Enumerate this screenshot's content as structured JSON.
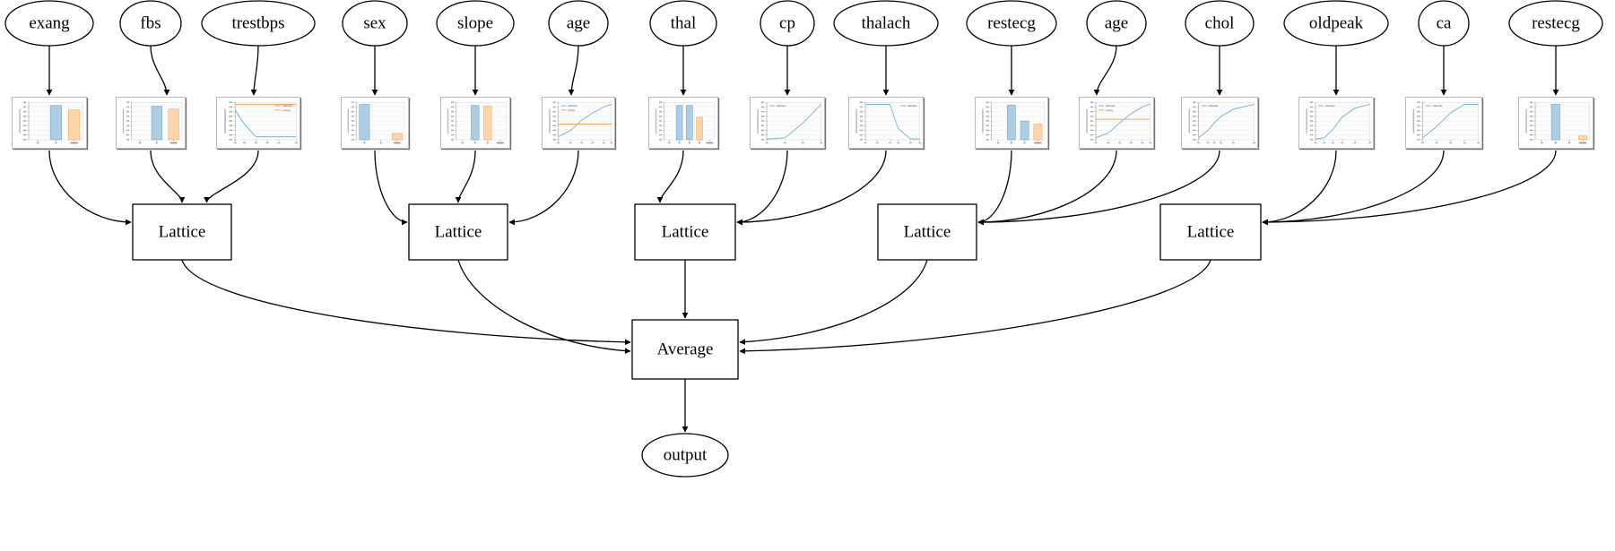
{
  "diagram": {
    "type": "calibrated-lattice-model-graph",
    "title": "",
    "output_node": {
      "label": "output",
      "shape": "ellipse"
    },
    "aggregate_node": {
      "label": "Average",
      "shape": "box"
    },
    "lattice_label": "Lattice",
    "lattice_nodes": [
      {
        "id": "lattice1",
        "label": "Lattice"
      },
      {
        "id": "lattice2",
        "label": "Lattice"
      },
      {
        "id": "lattice3",
        "label": "Lattice"
      },
      {
        "id": "lattice4",
        "label": "Lattice"
      },
      {
        "id": "lattice5",
        "label": "Lattice"
      }
    ],
    "features": [
      {
        "id": "f0",
        "label": "exang",
        "lattice": "lattice1"
      },
      {
        "id": "f1",
        "label": "fbs",
        "lattice": "lattice1"
      },
      {
        "id": "f2",
        "label": "trestbps",
        "lattice": "lattice1"
      },
      {
        "id": "f3",
        "label": "sex",
        "lattice": "lattice2"
      },
      {
        "id": "f4",
        "label": "slope",
        "lattice": "lattice2"
      },
      {
        "id": "f5",
        "label": "age",
        "lattice": "lattice2"
      },
      {
        "id": "f6",
        "label": "thal",
        "lattice": "lattice3"
      },
      {
        "id": "f7",
        "label": "cp",
        "lattice": "lattice3"
      },
      {
        "id": "f8",
        "label": "thalach",
        "lattice": "lattice3"
      },
      {
        "id": "f9",
        "label": "restecg",
        "lattice": "lattice4"
      },
      {
        "id": "f10",
        "label": "age",
        "lattice": "lattice4"
      },
      {
        "id": "f11",
        "label": "chol",
        "lattice": "lattice4"
      },
      {
        "id": "f12",
        "label": "oldpeak",
        "lattice": "lattice5"
      },
      {
        "id": "f13",
        "label": "ca",
        "lattice": "lattice5"
      },
      {
        "id": "f14",
        "label": "restecg",
        "lattice": "lattice5"
      }
    ],
    "colors": {
      "calibrated": "#7bb3d6",
      "calibrated_fill": "#aecde3",
      "missing": "#f2a65a",
      "missing_fill": "#fbd5ac",
      "node_stroke": "#000000",
      "background": "#ffffff"
    },
    "legend_labels": {
      "calibrated": "calibrated",
      "missing": "missing"
    }
  },
  "chart_data": [
    {
      "id": "f0",
      "feature": "exang",
      "type": "bar",
      "title": "",
      "xlabel": "exang",
      "ylabel": "calibrated output",
      "categories": [
        "0",
        "1",
        "missing"
      ],
      "series": [
        {
          "name": "calibrated",
          "values": [
            null,
            0.92,
            null
          ]
        },
        {
          "name": "missing",
          "values": [
            null,
            null,
            0.8
          ]
        }
      ],
      "ylim": [
        0.0,
        1.0
      ],
      "grid": true,
      "legend": "none"
    },
    {
      "id": "f1",
      "feature": "fbs",
      "type": "bar",
      "title": "",
      "xlabel": "fbs",
      "ylabel": "calibrated output",
      "categories": [
        "0",
        "1",
        "missing"
      ],
      "series": [
        {
          "name": "calibrated",
          "values": [
            null,
            0.9,
            null
          ]
        },
        {
          "name": "missing",
          "values": [
            null,
            null,
            0.82
          ]
        }
      ],
      "ylim": [
        0.0,
        1.0
      ],
      "grid": true,
      "legend": "none"
    },
    {
      "id": "f2",
      "feature": "trestbps",
      "type": "line",
      "title": "",
      "xlabel": "trestbps",
      "ylabel": "calibrated output",
      "x": [
        94,
        110,
        130,
        150,
        170,
        200
      ],
      "series": [
        {
          "name": "calibrated",
          "values": [
            0.8,
            0.42,
            0.08,
            0.08,
            0.08,
            0.08
          ]
        },
        {
          "name": "missing",
          "values": [
            0.95,
            0.95,
            0.95,
            0.95,
            0.95,
            0.95
          ]
        }
      ],
      "ylim": [
        0.0,
        1.0
      ],
      "grid": true,
      "legend": "upper right"
    },
    {
      "id": "f3",
      "feature": "sex",
      "type": "bar",
      "title": "",
      "xlabel": "sex",
      "ylabel": "calibrated output",
      "categories": [
        "0",
        "1",
        "missing"
      ],
      "series": [
        {
          "name": "calibrated",
          "values": [
            0.95,
            null,
            null
          ]
        },
        {
          "name": "missing",
          "values": [
            null,
            null,
            0.17
          ]
        }
      ],
      "ylim": [
        0.0,
        1.0
      ],
      "grid": true,
      "legend": "none"
    },
    {
      "id": "f4",
      "feature": "slope",
      "type": "bar",
      "title": "",
      "xlabel": "slope",
      "ylabel": "calibrated output",
      "categories": [
        "0",
        "1",
        "2",
        "missing"
      ],
      "series": [
        {
          "name": "calibrated",
          "values": [
            null,
            0.92,
            null,
            null
          ]
        },
        {
          "name": "missing",
          "values": [
            null,
            null,
            0.9,
            null
          ]
        }
      ],
      "ylim": [
        0.0,
        1.0
      ],
      "grid": true,
      "legend": "none"
    },
    {
      "id": "f5",
      "feature": "age",
      "type": "line",
      "title": "",
      "xlabel": "age",
      "ylabel": "calibrated output",
      "x": [
        29,
        40,
        50,
        60,
        70,
        77
      ],
      "series": [
        {
          "name": "calibrated",
          "values": [
            0.08,
            0.25,
            0.52,
            0.72,
            0.88,
            0.95
          ]
        },
        {
          "name": "missing",
          "values": [
            0.42,
            0.42,
            0.42,
            0.42,
            0.42,
            0.42
          ]
        }
      ],
      "ylim": [
        0.0,
        1.0
      ],
      "grid": true,
      "legend": "upper left"
    },
    {
      "id": "f6",
      "feature": "thal",
      "type": "bar",
      "title": "",
      "xlabel": "thal",
      "ylabel": "calibrated output",
      "categories": [
        "0",
        "1",
        "2",
        "3",
        "missing"
      ],
      "series": [
        {
          "name": "calibrated",
          "values": [
            null,
            0.92,
            0.92,
            null,
            null
          ]
        },
        {
          "name": "missing",
          "values": [
            null,
            null,
            null,
            0.6,
            null
          ]
        }
      ],
      "ylim": [
        0.0,
        1.0
      ],
      "grid": true,
      "legend": "none"
    },
    {
      "id": "f7",
      "feature": "cp",
      "type": "line",
      "title": "",
      "xlabel": "cp",
      "ylabel": "calibrated output",
      "x": [
        0,
        1,
        2,
        3
      ],
      "series": [
        {
          "name": "calibrated",
          "values": [
            0.02,
            0.05,
            0.45,
            0.95
          ]
        }
      ],
      "ylim": [
        0.0,
        1.0
      ],
      "grid": true,
      "legend": "upper left"
    },
    {
      "id": "f8",
      "feature": "thalach",
      "type": "line",
      "title": "",
      "xlabel": "thalach",
      "ylabel": "calibrated output",
      "x": [
        71,
        100,
        130,
        150,
        180,
        202
      ],
      "series": [
        {
          "name": "calibrated",
          "values": [
            0.95,
            0.95,
            0.95,
            0.3,
            0.02,
            0.02
          ]
        }
      ],
      "ylim": [
        0.0,
        1.0
      ],
      "grid": true,
      "legend": "upper right"
    },
    {
      "id": "f9",
      "feature": "restecg",
      "type": "bar",
      "title": "",
      "xlabel": "restecg",
      "ylabel": "calibrated output",
      "categories": [
        "0",
        "1",
        "2",
        "missing"
      ],
      "series": [
        {
          "name": "calibrated",
          "values": [
            null,
            0.93,
            0.5,
            null
          ]
        },
        {
          "name": "missing",
          "values": [
            null,
            null,
            null,
            0.42
          ]
        }
      ],
      "ylim": [
        0.0,
        1.0
      ],
      "grid": true,
      "legend": "none"
    },
    {
      "id": "f10",
      "feature": "age",
      "type": "line",
      "title": "",
      "xlabel": "age",
      "ylabel": "calibrated output",
      "x": [
        29,
        40,
        50,
        60,
        70,
        77
      ],
      "series": [
        {
          "name": "calibrated",
          "values": [
            0.05,
            0.18,
            0.45,
            0.7,
            0.88,
            0.96
          ]
        },
        {
          "name": "missing",
          "values": [
            0.55,
            0.55,
            0.55,
            0.55,
            0.55,
            0.55
          ]
        }
      ],
      "ylim": [
        0.0,
        1.0
      ],
      "grid": true,
      "legend": "upper left"
    },
    {
      "id": "f11",
      "feature": "chol",
      "type": "line",
      "title": "",
      "xlabel": "chol",
      "ylabel": "calibrated output",
      "x": [
        126,
        200,
        250,
        300,
        400,
        564
      ],
      "series": [
        {
          "name": "calibrated",
          "values": [
            0.05,
            0.25,
            0.45,
            0.62,
            0.82,
            0.95
          ]
        }
      ],
      "ylim": [
        0.0,
        1.0
      ],
      "grid": true,
      "legend": "upper left"
    },
    {
      "id": "f12",
      "feature": "oldpeak",
      "type": "line",
      "title": "",
      "xlabel": "oldpeak",
      "ylabel": "calibrated output",
      "x": [
        0.0,
        1.0,
        2.0,
        3.0,
        4.5,
        6.2
      ],
      "series": [
        {
          "name": "calibrated",
          "values": [
            0.02,
            0.05,
            0.28,
            0.6,
            0.85,
            0.95
          ]
        }
      ],
      "ylim": [
        0.0,
        1.0
      ],
      "grid": true,
      "legend": "upper left"
    },
    {
      "id": "f13",
      "feature": "ca",
      "type": "line",
      "title": "",
      "xlabel": "ca",
      "ylabel": "calibrated output",
      "x": [
        0,
        1,
        2,
        3,
        4
      ],
      "series": [
        {
          "name": "calibrated",
          "values": [
            0.05,
            0.35,
            0.72,
            0.95,
            0.95
          ]
        }
      ],
      "ylim": [
        0.0,
        1.0
      ],
      "grid": true,
      "legend": "upper left"
    },
    {
      "id": "f14",
      "feature": "restecg",
      "type": "bar",
      "title": "",
      "xlabel": "restecg",
      "ylabel": "calibrated output",
      "categories": [
        "0",
        "1",
        "2",
        "missing"
      ],
      "series": [
        {
          "name": "calibrated",
          "values": [
            null,
            0.95,
            null,
            null
          ]
        },
        {
          "name": "missing",
          "values": [
            null,
            null,
            null,
            0.1
          ]
        }
      ],
      "ylim": [
        0.0,
        1.0
      ],
      "grid": true,
      "legend": "none"
    }
  ]
}
